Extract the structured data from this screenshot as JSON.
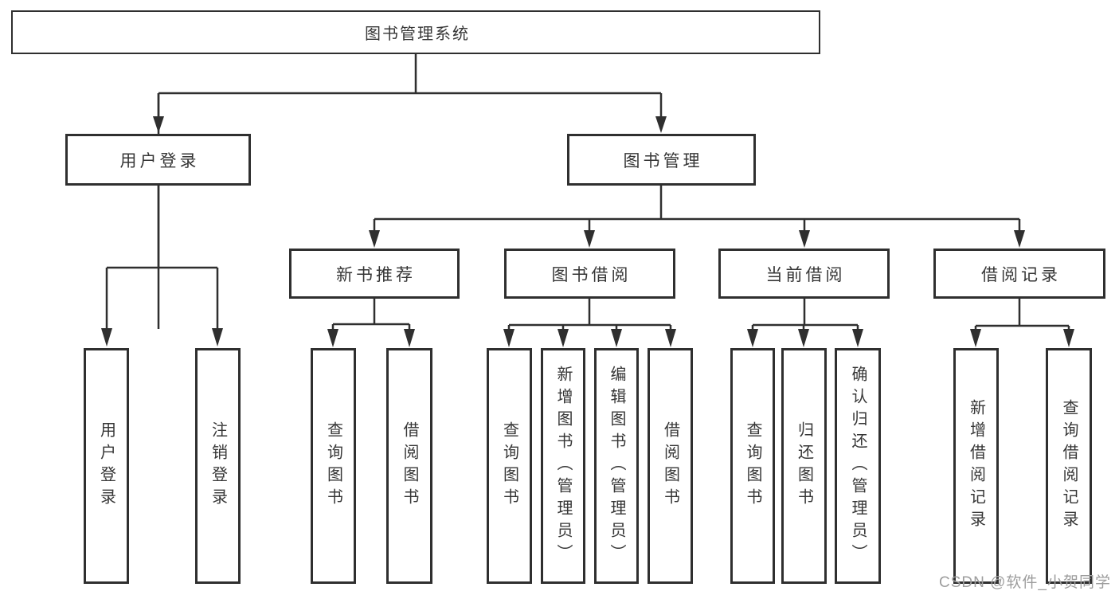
{
  "diagram": {
    "title": "图书管理系统",
    "branches": [
      {
        "label": "用户登录",
        "children": [
          {
            "label": "用户登录"
          },
          {
            "label": "注销登录"
          }
        ]
      },
      {
        "label": "图书管理",
        "sections": [
          {
            "label": "新书推荐",
            "children": [
              {
                "label": "查询图书"
              },
              {
                "label": "借阅图书"
              }
            ]
          },
          {
            "label": "图书借阅",
            "children": [
              {
                "label": "查询图书"
              },
              {
                "label": "新增图书（管理员）"
              },
              {
                "label": "编辑图书（管理员）"
              },
              {
                "label": "借阅图书"
              }
            ]
          },
          {
            "label": "当前借阅",
            "children": [
              {
                "label": "查询图书"
              },
              {
                "label": "归还图书"
              },
              {
                "label": "确认归还（管理员）"
              }
            ]
          },
          {
            "label": "借阅记录",
            "children": [
              {
                "label": "新增借阅记录"
              },
              {
                "label": "查询借阅记录"
              }
            ]
          }
        ]
      }
    ]
  },
  "watermark": "CSDN @软件_小贺同学",
  "colors": {
    "line": "#2f2f2f",
    "border": "#2f2f2f",
    "text": "#363636",
    "watermark": "#9d9d9d",
    "background": "#ffffff"
  }
}
